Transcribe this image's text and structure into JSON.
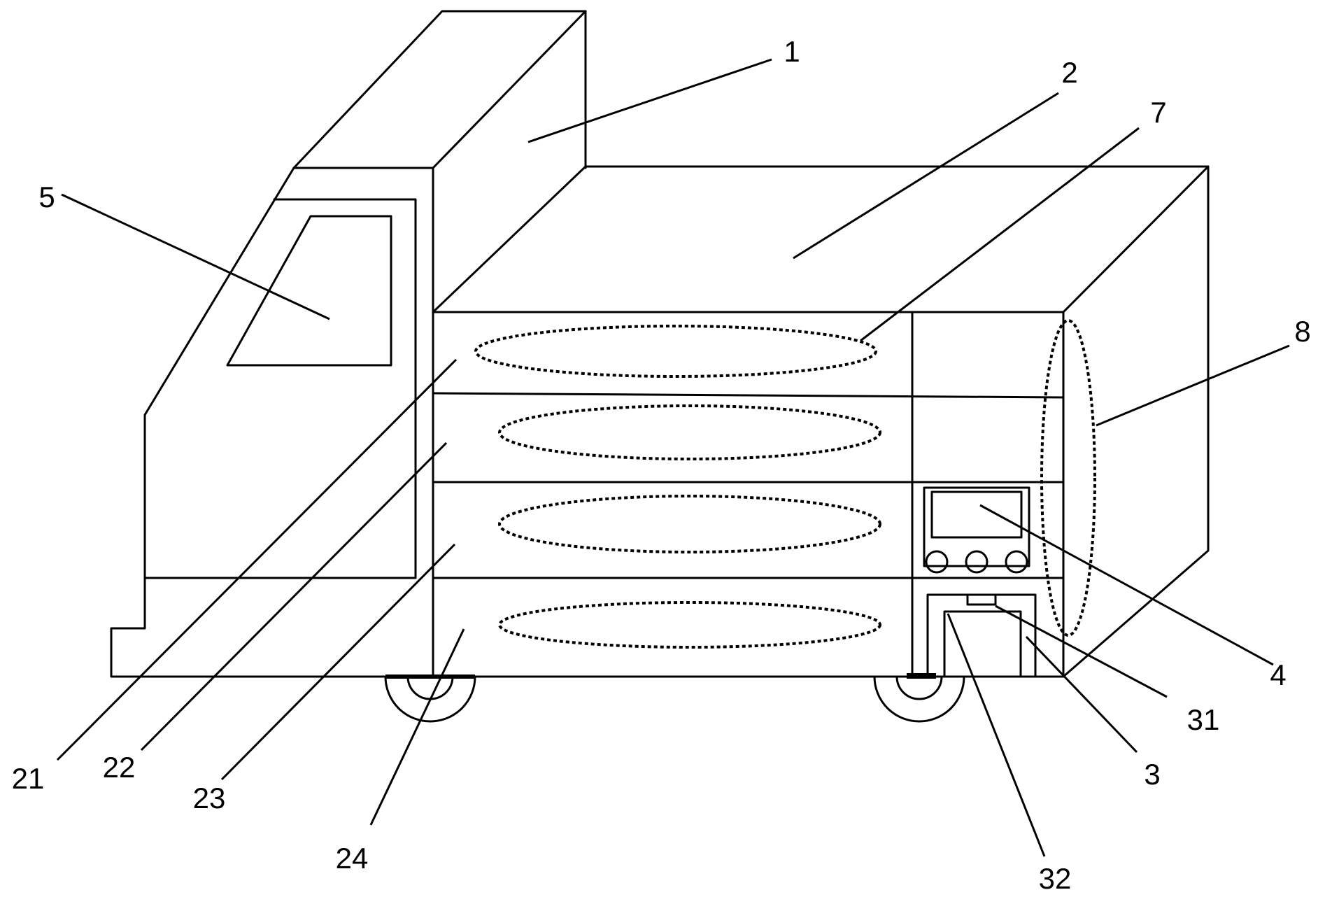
{
  "labels": {
    "l1": "1",
    "l2": "2",
    "l3": "3",
    "l4": "4",
    "l5": "5",
    "l7": "7",
    "l8": "8",
    "l21": "21",
    "l22": "22",
    "l23": "23",
    "l24": "24",
    "l31": "31",
    "l32": "32"
  }
}
